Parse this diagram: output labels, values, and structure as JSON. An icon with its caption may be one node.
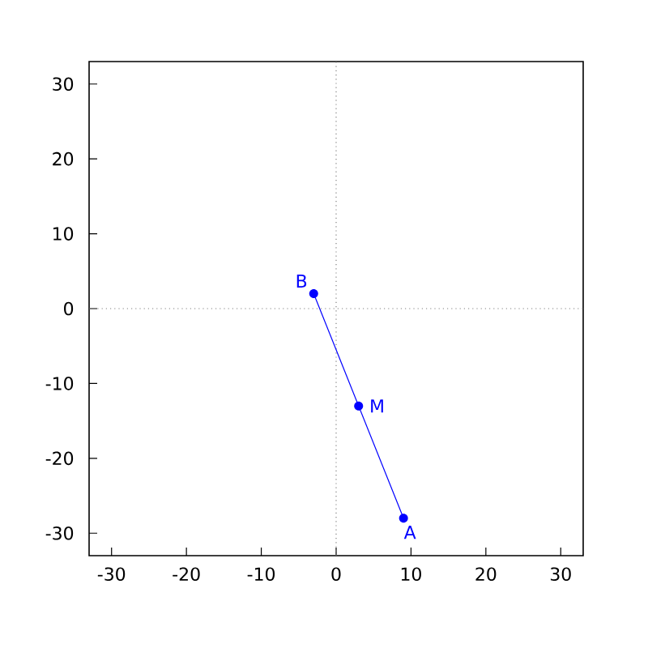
{
  "diagram": {
    "nodes": [
      {
        "text": [
          "B"
        ]
      },
      {
        "text": [
          "M"
        ]
      },
      {
        "text": [
          "A"
        ]
      }
    ],
    "edges": [
      {
        "from": 0,
        "to": 2,
        "arrow": "none",
        "color": "#0000ff"
      }
    ],
    "chart_data": {
      "type": "scatter",
      "x": [
        -3,
        3,
        9
      ],
      "series": [
        {
          "color": "#0000ff",
          "values": [
            2,
            -13,
            -28
          ]
        }
      ],
      "xlim": [
        -33,
        33
      ],
      "ylim": [
        -33,
        33
      ],
      "xticks": [
        -30,
        -20,
        -10,
        0,
        10,
        20,
        30
      ],
      "yticks": [
        -30,
        -20,
        -10,
        0,
        10,
        20,
        30
      ]
    }
  }
}
